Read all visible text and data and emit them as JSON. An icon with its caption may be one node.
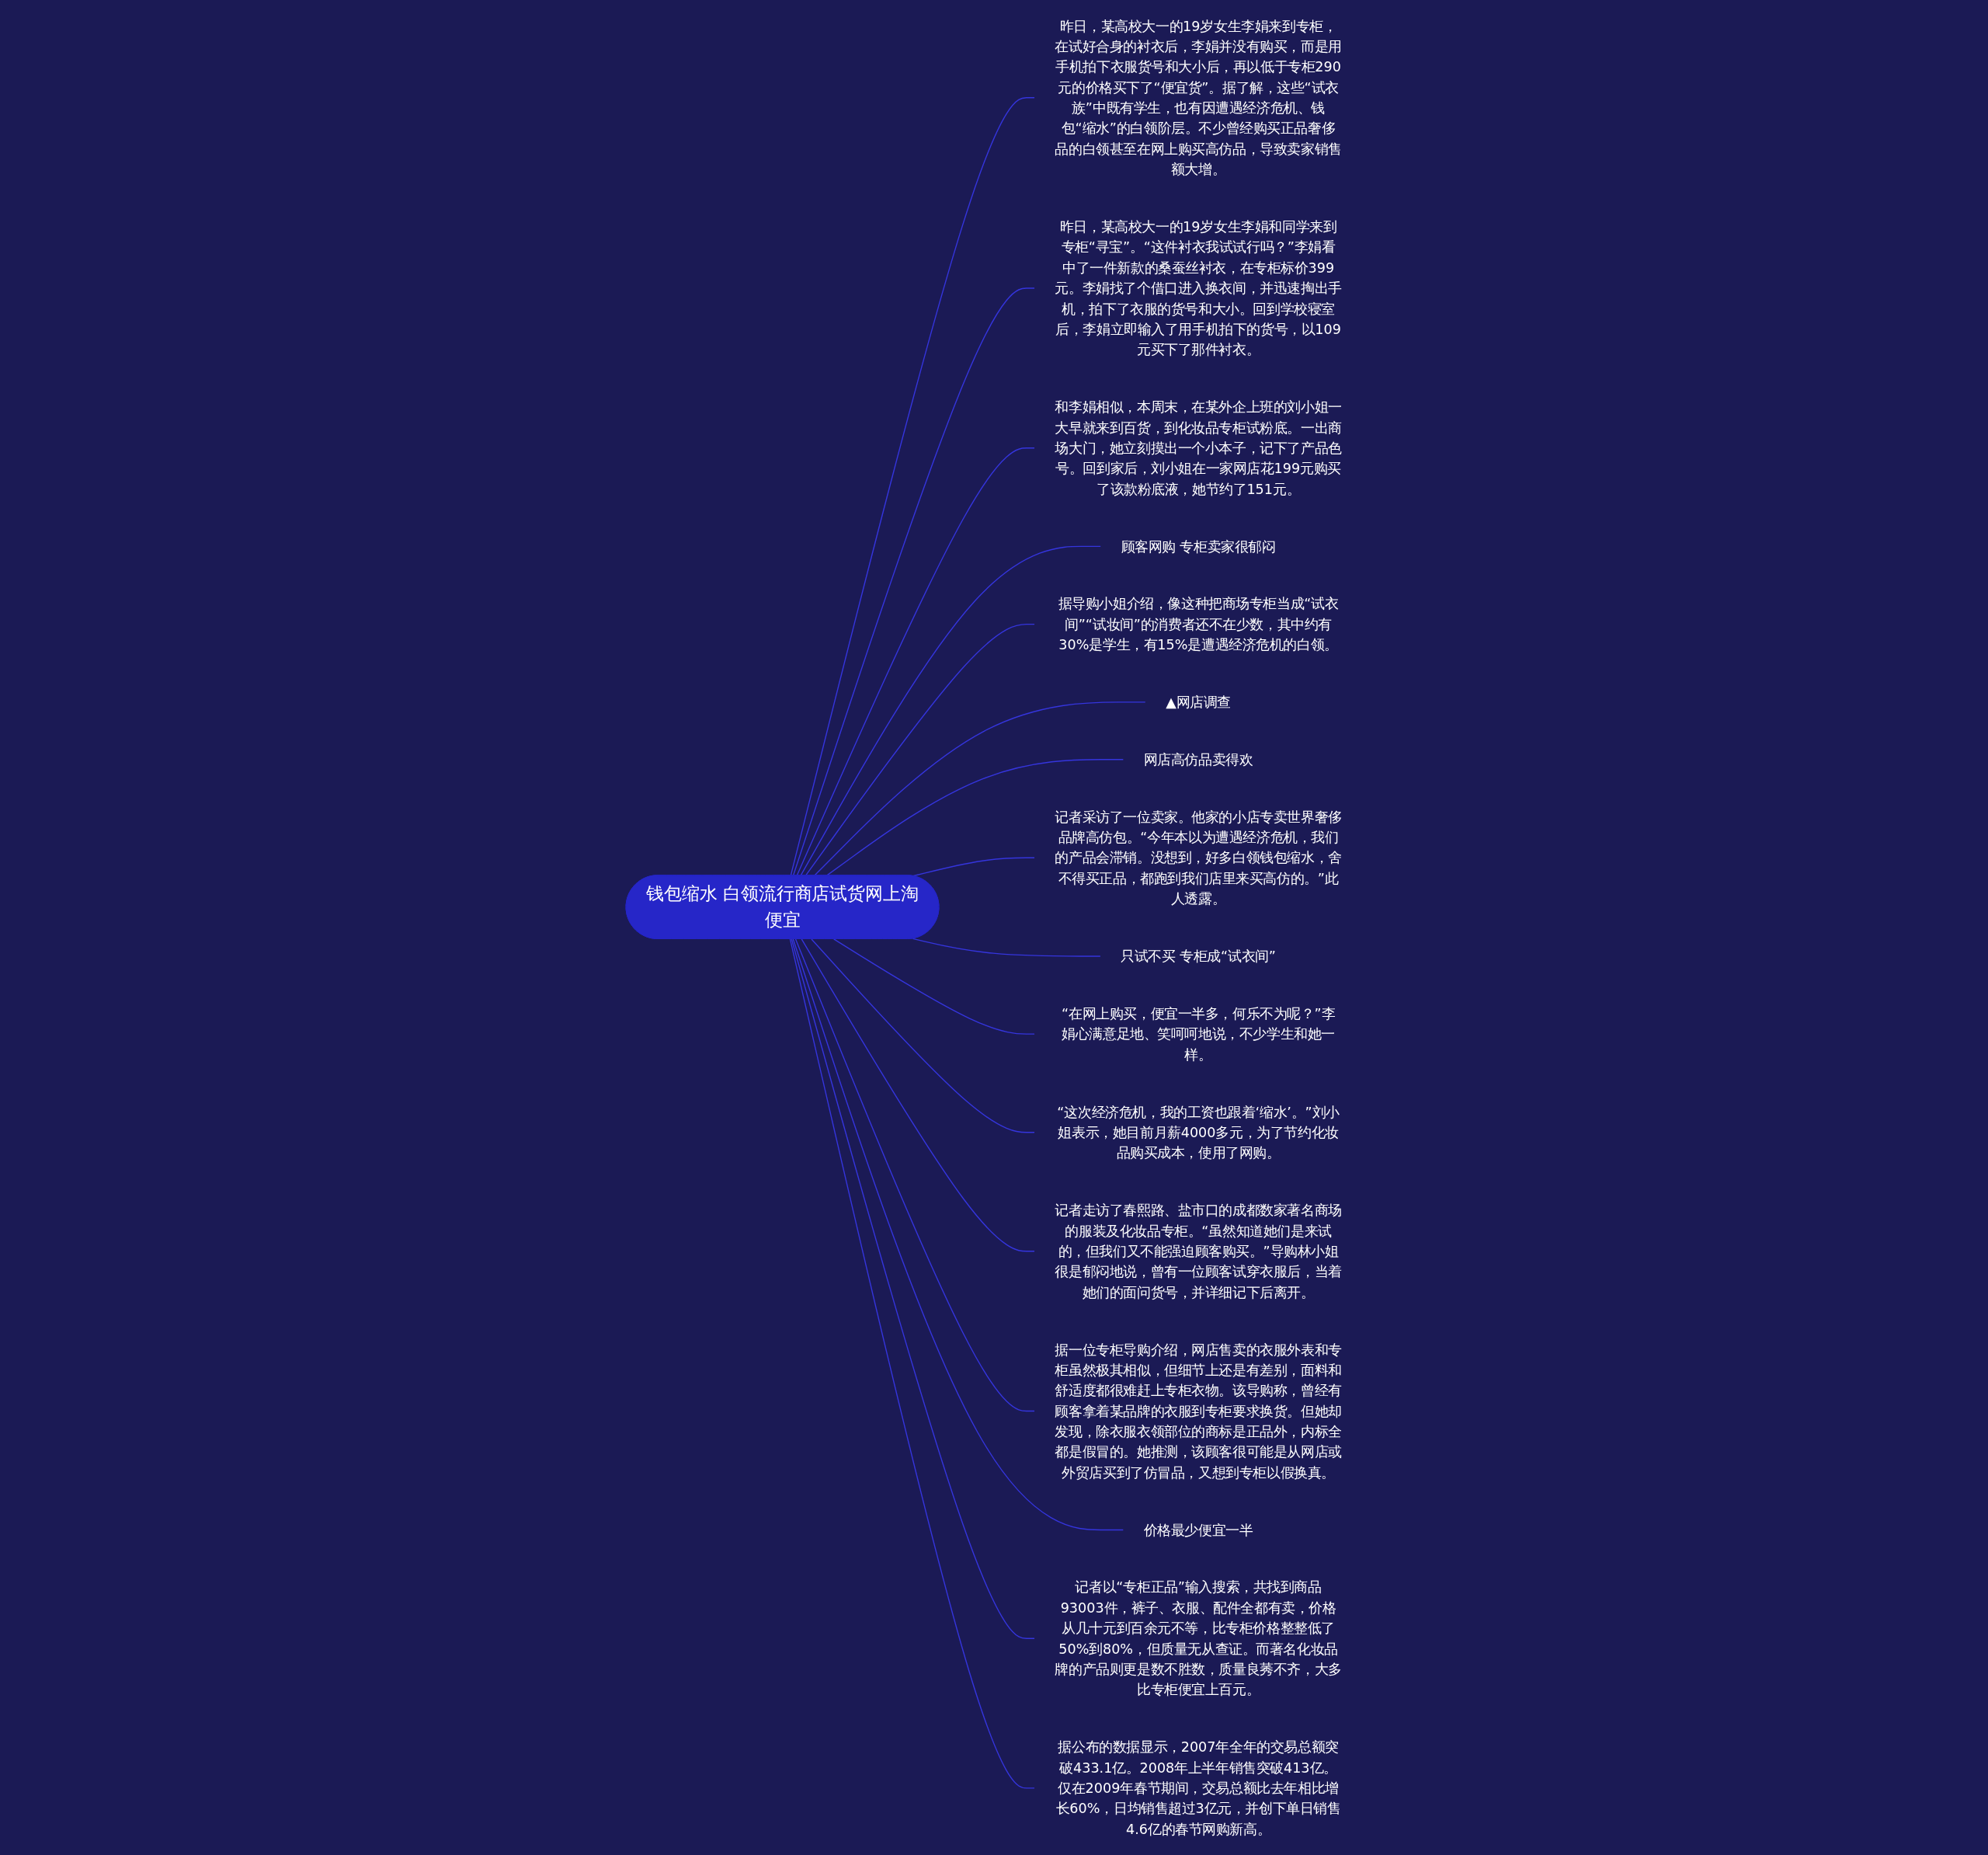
{
  "diagram": {
    "nodes": [
      {
        "text": [
          "钱包缩水 白领流行商店试货网上淘便宜"
        ]
      },
      {
        "text": [
          "昨日，某高校大一的19岁女生李娟来到专柜，在试好合身的衬衣后，李娟并没有购买，而是用手机拍下衣服货号和大小后，再以低于专柜290元的价格买下了“便宜货”。据了解，这些“试衣族”中既有学生，也有因遭遇经济危机、钱包“缩水”的白领阶层。不少曾经购买正品奢侈品的白领甚至在网上购买高仿品，导致卖家销售额大增。"
        ]
      },
      {
        "text": [
          "昨日，某高校大一的19岁女生李娟和同学来到专柜“寻宝”。“这件衬衣我试试行吗？”李娟看中了一件新款的桑蚕丝衬衣，在专柜标价399元。李娟找了个借口进入换衣间，并迅速掏出手机，拍下了衣服的货号和大小。回到学校寝室后，李娟立即输入了用手机拍下的货号，以109元买下了那件衬衣。"
        ]
      },
      {
        "text": [
          "和李娟相似，本周末，在某外企上班的刘小姐一大早就来到百货，到化妆品专柜试粉底。一出商场大门，她立刻摸出一个小本子，记下了产品色号。回到家后，刘小姐在一家网店花199元购买了该款粉底液，她节约了151元。"
        ]
      },
      {
        "text": [
          "顾客网购 专柜卖家很郁闷"
        ]
      },
      {
        "text": [
          "据导购小姐介绍，像这种把商场专柜当成“试衣间”“试妆间”的消费者还不在少数，其中约有30%是学生，有15%是遭遇经济危机的白领。"
        ]
      },
      {
        "text": [
          "▲网店调查"
        ]
      },
      {
        "text": [
          "网店高仿品卖得欢"
        ]
      },
      {
        "text": [
          "记者采访了一位卖家。他家的小店专卖世界奢侈品牌高仿包。“今年本以为遭遇经济危机，我们的产品会滞销。没想到，好多白领钱包缩水，舍不得买正品，都跑到我们店里来买高仿的。”此人透露。"
        ]
      },
      {
        "text": [
          "只试不买 专柜成“试衣间”"
        ]
      },
      {
        "text": [
          "“在网上购买，便宜一半多，何乐不为呢？”李娟心满意足地、笑呵呵地说，不少学生和她一样。"
        ]
      },
      {
        "text": [
          "“这次经济危机，我的工资也跟着‘缩水’。”刘小姐表示，她目前月薪4000多元，为了节约化妆品购买成本，使用了网购。"
        ]
      },
      {
        "text": [
          "记者走访了春熙路、盐市口的成都数家著名商场的服装及化妆品专柜。“虽然知道她们是来试的，但我们又不能强迫顾客购买。”导购林小姐很是郁闷地说，曾有一位顾客试穿衣服后，当着她们的面问货号，并详细记下后离开。"
        ]
      },
      {
        "text": [
          "据一位专柜导购介绍，网店售卖的衣服外表和专柜虽然极其相似，但细节上还是有差别，面料和舒适度都很难赶上专柜衣物。该导购称，曾经有顾客拿着某品牌的衣服到专柜要求换货。但她却发现，除衣服衣领部位的商标是正品外，内标全都是假冒的。她推测，该顾客很可能是从网店或外贸店买到了仿冒品，又想到专柜以假换真。"
        ]
      },
      {
        "text": [
          "价格最少便宜一半"
        ]
      },
      {
        "text": [
          "记者以“专柜正品”输入搜索，共找到商品93003件，裤子、衣服、配件全都有卖，价格从几十元到百余元不等，比专柜价格整整低了50%到80%，但质量无从查证。而著名化妆品牌的产品则更是数不胜数，质量良莠不齐，大多比专柜便宜上百元。"
        ]
      },
      {
        "text": [
          "据公布的数据显示，2007年全年的交易总额突破433.1亿。2008年上半年销售突破413亿。仅在2009年春节期间，交易总额比去年相比增长60%，日均销售超过3亿元，并创下单日销售4.6亿的春节网购新高。"
        ]
      }
    ],
    "edges": [
      {
        "from": 0,
        "to": 1,
        "arrow": "none"
      },
      {
        "from": 0,
        "to": 2,
        "arrow": "none"
      },
      {
        "from": 0,
        "to": 3,
        "arrow": "none"
      },
      {
        "from": 0,
        "to": 4,
        "arrow": "none"
      },
      {
        "from": 0,
        "to": 5,
        "arrow": "none"
      },
      {
        "from": 0,
        "to": 6,
        "arrow": "none"
      },
      {
        "from": 0,
        "to": 7,
        "arrow": "none"
      },
      {
        "from": 0,
        "to": 8,
        "arrow": "none"
      },
      {
        "from": 0,
        "to": 9,
        "arrow": "none"
      },
      {
        "from": 0,
        "to": 10,
        "arrow": "none"
      },
      {
        "from": 0,
        "to": 11,
        "arrow": "none"
      },
      {
        "from": 0,
        "to": 12,
        "arrow": "none"
      },
      {
        "from": 0,
        "to": 13,
        "arrow": "none"
      },
      {
        "from": 0,
        "to": 14,
        "arrow": "none"
      },
      {
        "from": 0,
        "to": 15,
        "arrow": "none"
      },
      {
        "from": 0,
        "to": 16,
        "arrow": "none"
      }
    ]
  }
}
